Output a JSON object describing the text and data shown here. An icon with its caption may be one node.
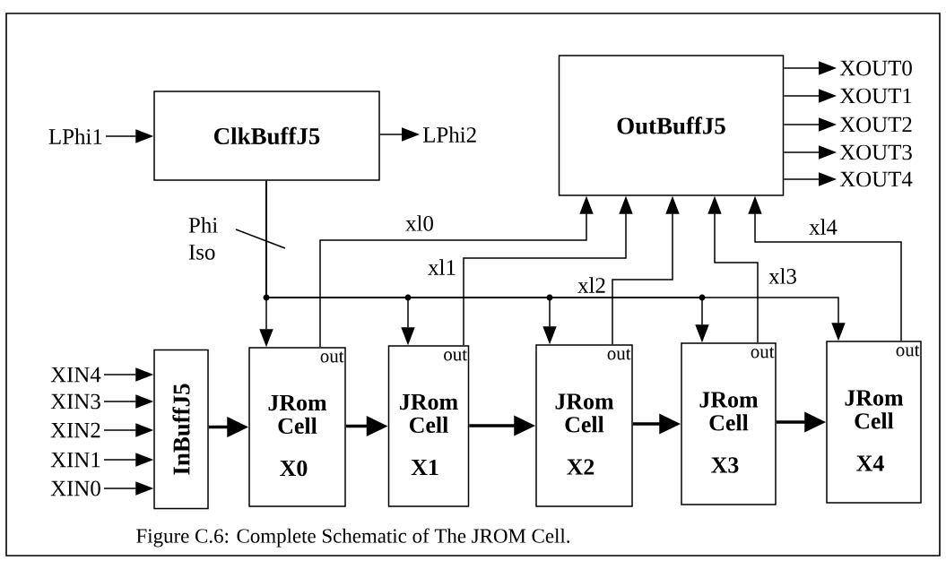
{
  "diagram": {
    "caption": "Figure C.6:  Complete Schematic of The JROM Cell.",
    "nodes": [
      {
        "text": [
          "LPhi1"
        ]
      },
      {
        "text": [
          "ClkBuffJ5"
        ]
      },
      {
        "text": [
          "LPhi2"
        ]
      },
      {
        "text": [
          "OutBuffJ5"
        ]
      },
      {
        "text": [
          "XOUT0"
        ]
      },
      {
        "text": [
          "XOUT1"
        ]
      },
      {
        "text": [
          "XOUT2"
        ]
      },
      {
        "text": [
          "XOUT3"
        ]
      },
      {
        "text": [
          "XOUT4"
        ]
      },
      {
        "text": [
          "XIN4"
        ]
      },
      {
        "text": [
          "XIN3"
        ]
      },
      {
        "text": [
          "XIN2"
        ]
      },
      {
        "text": [
          "XIN1"
        ]
      },
      {
        "text": [
          "XIN0"
        ]
      },
      {
        "text": [
          "InBuffJ5"
        ]
      },
      {
        "text": [
          "out",
          "JRom Cell",
          "X0"
        ]
      },
      {
        "text": [
          "out",
          "JRom Cell",
          "X1"
        ]
      },
      {
        "text": [
          "out",
          "JRom Cell",
          "X2"
        ]
      },
      {
        "text": [
          "out",
          "JRom Cell",
          "X3"
        ]
      },
      {
        "text": [
          "out",
          "JRom Cell",
          "X4"
        ]
      }
    ],
    "edges": [
      {
        "from": 0,
        "to": 1,
        "arrow": "to"
      },
      {
        "from": 1,
        "to": 2,
        "arrow": "to"
      },
      {
        "from": 3,
        "to": 4,
        "arrow": "to"
      },
      {
        "from": 3,
        "to": 5,
        "arrow": "to"
      },
      {
        "from": 3,
        "to": 6,
        "arrow": "to"
      },
      {
        "from": 3,
        "to": 7,
        "arrow": "to"
      },
      {
        "from": 3,
        "to": 8,
        "arrow": "to"
      },
      {
        "from": 9,
        "to": 14,
        "arrow": "to"
      },
      {
        "from": 10,
        "to": 14,
        "arrow": "to"
      },
      {
        "from": 11,
        "to": 14,
        "arrow": "to"
      },
      {
        "from": 12,
        "to": 14,
        "arrow": "to"
      },
      {
        "from": 13,
        "to": 14,
        "arrow": "to"
      },
      {
        "from": 14,
        "to": 15,
        "arrow": "to",
        "style": "thick"
      },
      {
        "from": 15,
        "to": 16,
        "arrow": "to",
        "style": "thick"
      },
      {
        "from": 16,
        "to": 17,
        "arrow": "to",
        "style": "thick"
      },
      {
        "from": 17,
        "to": 18,
        "arrow": "to",
        "style": "thick"
      },
      {
        "from": 18,
        "to": 19,
        "arrow": "to",
        "style": "thick"
      },
      {
        "from": 1,
        "to": 15,
        "arrow": "to",
        "label": "Phi Iso"
      },
      {
        "from": 1,
        "to": 16,
        "arrow": "to"
      },
      {
        "from": 1,
        "to": 17,
        "arrow": "to"
      },
      {
        "from": 1,
        "to": 18,
        "arrow": "to"
      },
      {
        "from": 1,
        "to": 19,
        "arrow": "to"
      },
      {
        "from": 15,
        "to": 3,
        "arrow": "to",
        "label": "xl0"
      },
      {
        "from": 16,
        "to": 3,
        "arrow": "to",
        "label": "xl1"
      },
      {
        "from": 17,
        "to": 3,
        "arrow": "to",
        "label": "xl2"
      },
      {
        "from": 18,
        "to": 3,
        "arrow": "to",
        "label": "xl3"
      },
      {
        "from": 19,
        "to": 3,
        "arrow": "to",
        "label": "xl4"
      }
    ]
  }
}
